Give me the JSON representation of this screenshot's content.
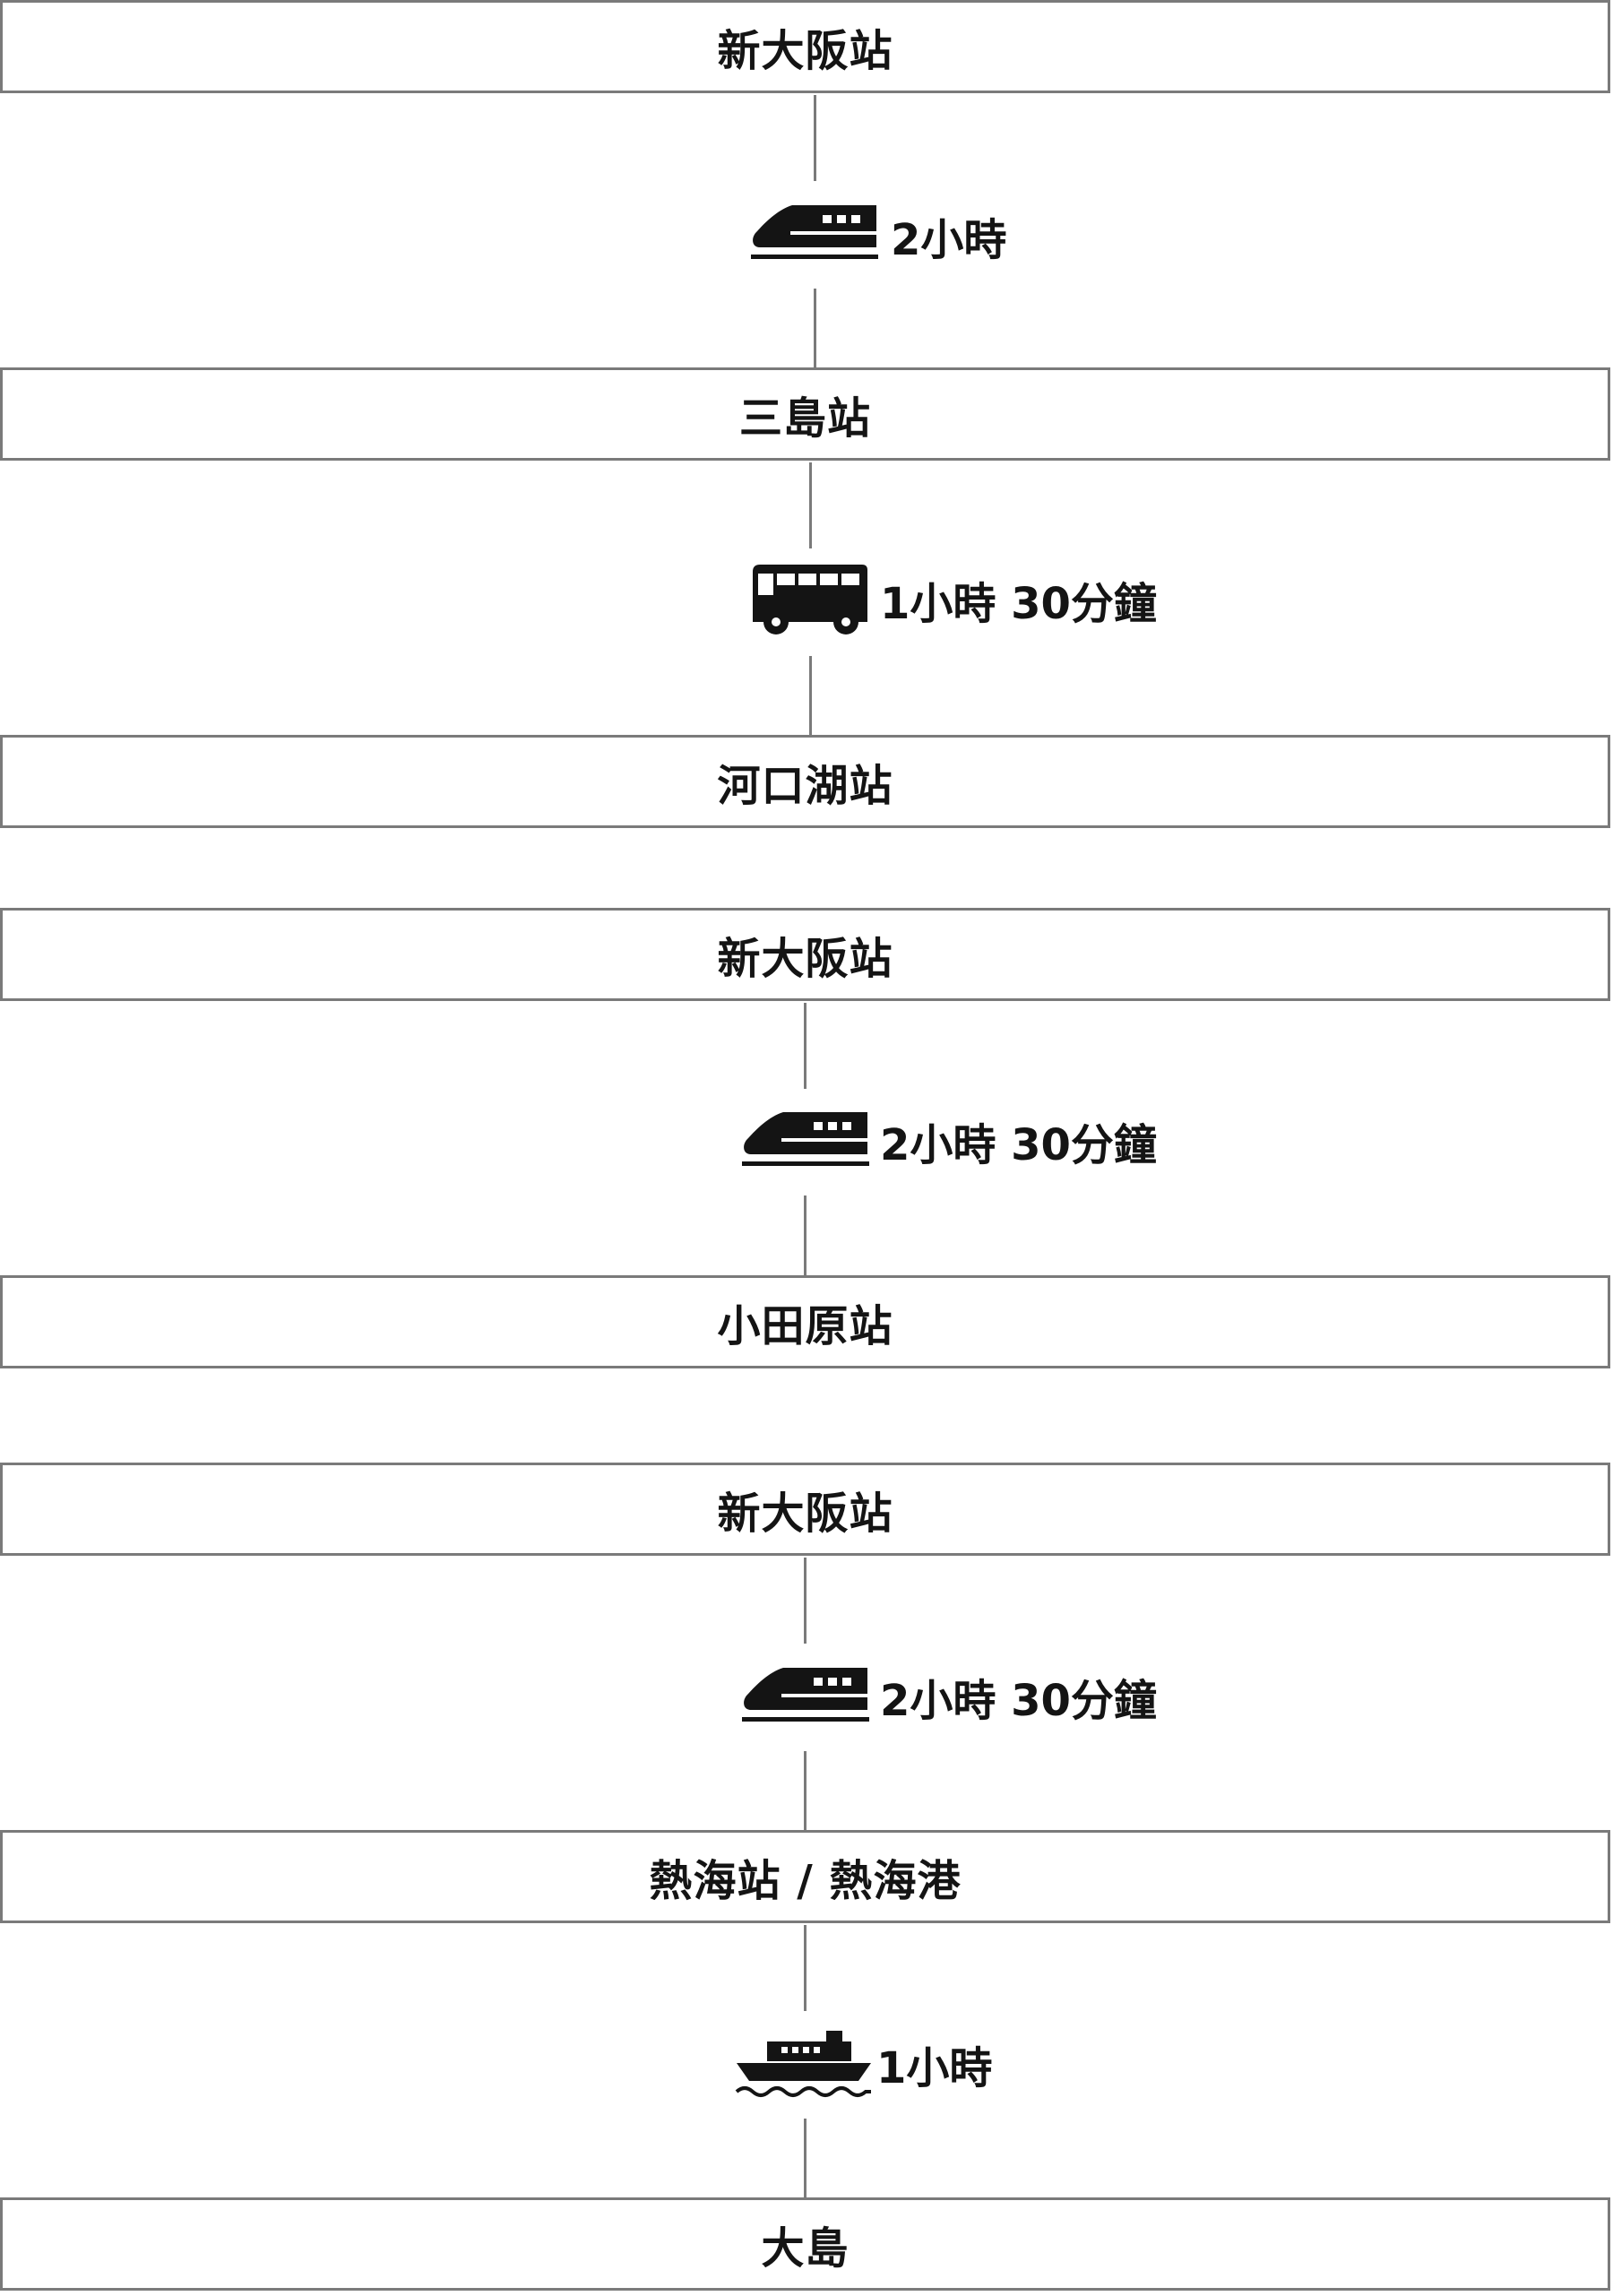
{
  "routes": [
    {
      "stations": [
        "新大阪站",
        "三島站",
        "河口湖站"
      ],
      "legs": [
        {
          "mode": "shinkansen-icon",
          "duration": "2小時"
        },
        {
          "mode": "bus-icon",
          "duration": "1小時 30分鐘"
        }
      ]
    },
    {
      "stations": [
        "新大阪站",
        "小田原站"
      ],
      "legs": [
        {
          "mode": "shinkansen-icon",
          "duration": "2小時 30分鐘"
        }
      ]
    },
    {
      "stations": [
        "新大阪站",
        "熱海站 / 熱海港",
        "大島"
      ],
      "legs": [
        {
          "mode": "shinkansen-icon",
          "duration": "2小時 30分鐘"
        },
        {
          "mode": "ferry-icon",
          "duration": "1小時"
        }
      ]
    }
  ],
  "colors": {
    "border": "#7a7a7a",
    "text": "#141414",
    "icon": "#141414"
  }
}
